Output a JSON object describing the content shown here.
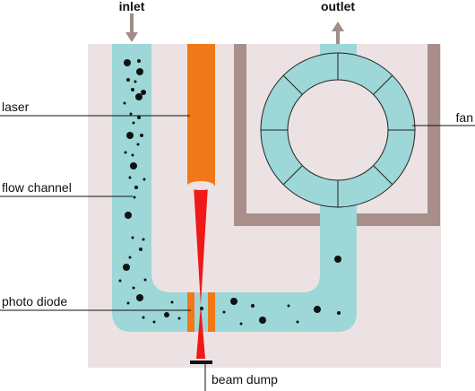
{
  "labels": {
    "inlet": "inlet",
    "outlet": "outlet",
    "laser": "laser",
    "fan": "fan",
    "flow_channel": "flow channel",
    "photo_diode": "photo diode",
    "beam_dump": "beam dump"
  },
  "colors": {
    "housing": "#ede2e3",
    "channel": "#9dd7d7",
    "duct": "#a88f8a",
    "laser_body": "#f07818",
    "beam": "#f01818",
    "particle": "#111111",
    "arrow": "#a08c88"
  }
}
